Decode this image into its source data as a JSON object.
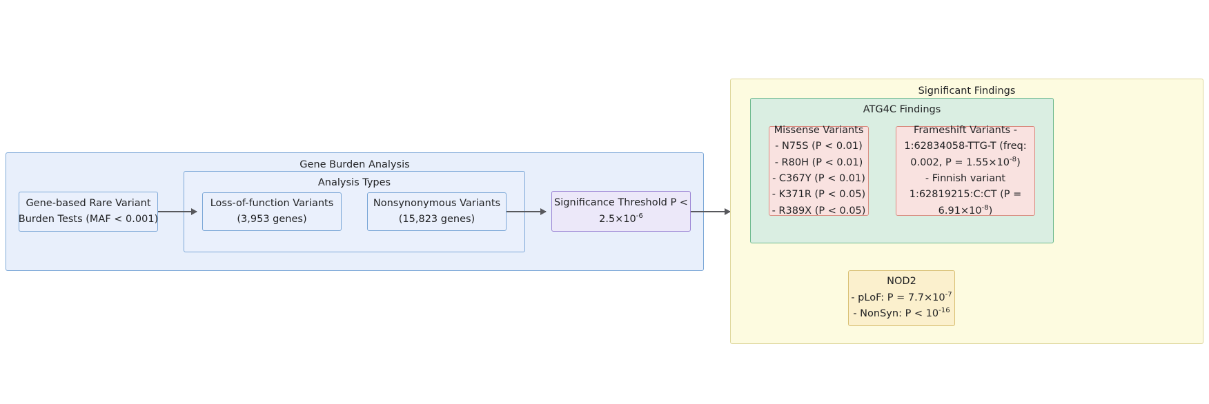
{
  "diagram": {
    "type": "flowchart",
    "title": "Gene Burden Analysis flow to Significant Findings"
  },
  "gene_burden": {
    "cluster_label": "Gene Burden Analysis",
    "start_node": {
      "line1": "Gene-based Rare Variant",
      "line2": "Burden Tests (MAF < 0.001)"
    },
    "analysis_types": {
      "cluster_label": "Analysis Types",
      "lof": {
        "line1": "Loss-of-function Variants",
        "line2": "(3,953 genes)"
      },
      "nonsyn": {
        "line1": "Nonsynonymous Variants",
        "line2": "(15,823 genes)"
      }
    },
    "threshold": {
      "line1": "Significance Threshold P <",
      "line2_base": "2.5×10",
      "line2_exp": "-6"
    }
  },
  "significant_findings": {
    "cluster_label": "Significant Findings",
    "atg4c": {
      "cluster_label": "ATG4C Findings",
      "missense": {
        "title": "Missense Variants",
        "items": [
          "- N75S (P < 0.01)",
          "- R80H (P < 0.01)",
          "- C367Y (P < 0.01)",
          "- K371R (P < 0.05)",
          "- R389X (P < 0.05)"
        ]
      },
      "frameshift": {
        "l1": "Frameshift Variants -",
        "l2": "1:62834058-TTG-T  (freq:",
        "l3_a": "0.002, P = 1.55×10",
        "l3_exp": "-8",
        "l3_b": ")",
        "l4": "- Finnish variant",
        "l5": "1:62819215:C:CT  (P =",
        "l6_a": "6.91×10",
        "l6_exp": "-8",
        "l6_b": ")"
      }
    },
    "nod2": {
      "title": "NOD2",
      "plof_a": "- pLoF: P = 7.7×10",
      "plof_exp": "-7",
      "nonsyn_a": "- NonSyn: P < 10",
      "nonsyn_exp": "-16"
    }
  },
  "colors": {
    "blue_fill": "#e8effb",
    "blue_stroke": "#7ba7d7",
    "purple_fill": "#ece8f9",
    "purple_stroke": "#9a83d4",
    "yellow_fill": "#fdfbe0",
    "yellow_stroke": "#ddd69a",
    "green_fill": "#daeee2",
    "green_stroke": "#6ab88b",
    "red_fill": "#f9e2e0",
    "red_stroke": "#d98b7f",
    "gold_fill": "#fbf0cd",
    "gold_stroke": "#d8bf72",
    "arrow": "#57585c",
    "text": "#1f2022"
  }
}
